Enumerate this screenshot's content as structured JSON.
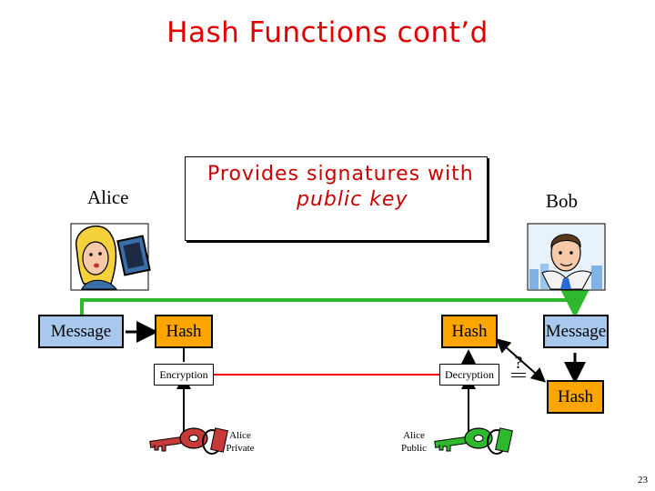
{
  "slide": {
    "title": "Hash Functions cont’d",
    "page_number": "23"
  },
  "callout": {
    "line1": "Provides signatures with",
    "line2": "public key"
  },
  "parties": {
    "alice": "Alice",
    "bob": "Bob"
  },
  "boxes": {
    "alice_message": "Message",
    "alice_hash": "Hash",
    "bob_received_hash": "Hash",
    "bob_message": "Message",
    "bob_computed_hash": "Hash"
  },
  "operations": {
    "encryption": "Encryption",
    "decryption": "Decryption",
    "compare": "?"
  },
  "keys": {
    "alice_private_line1": "Alice",
    "alice_private_line2": "Private",
    "alice_public_line1": "Alice",
    "alice_public_line2": "Public"
  },
  "colors": {
    "title": "#e00000",
    "callout_text": "#c80000",
    "message_box": "#a9c8ee",
    "hash_box": "#ffa500",
    "green_path": "#2db82d",
    "red_path": "#ff0000"
  },
  "icons": {
    "alice_picture": "woman-at-computer-icon",
    "bob_picture": "businessman-icon",
    "private_key": "key-icon",
    "public_key": "key-icon"
  }
}
